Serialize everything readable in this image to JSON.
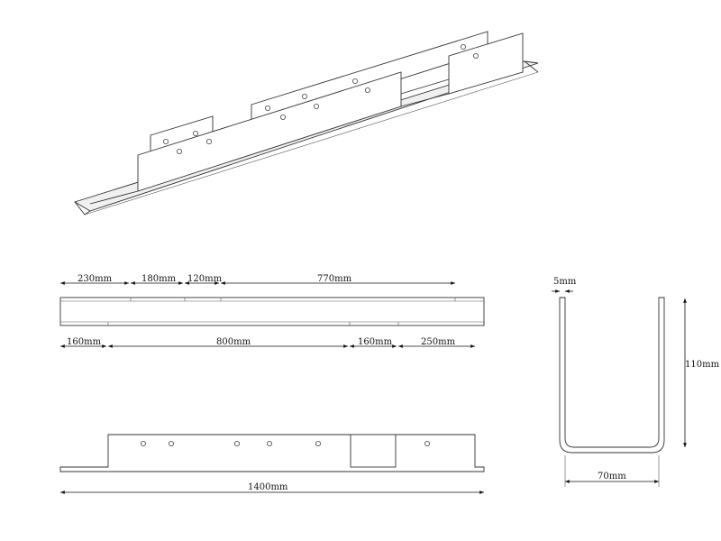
{
  "top_view": {
    "upper_dimensions": [
      "230mm",
      "180mm",
      "120mm",
      "770mm"
    ],
    "lower_dimensions": [
      "160mm",
      "800mm",
      "160mm",
      "250mm"
    ]
  },
  "side_view": {
    "overall_length": "1400mm"
  },
  "profile_view": {
    "thickness": "5mm",
    "height": "110mm",
    "width": "70mm"
  }
}
